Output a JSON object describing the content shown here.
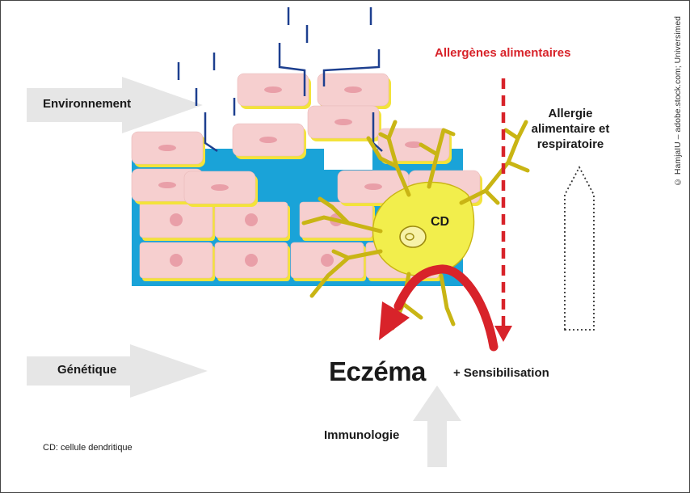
{
  "labels": {
    "environment": "Environnement",
    "genetics": "Génétique",
    "immunology": "Immunologie",
    "eczema": "Eczéma",
    "sensitization": "+ Sensibilisation",
    "food_allergens": "Allergènes alimentaires",
    "allergy": "Allergie alimentaire et respiratoire",
    "dendritic_cell": "CD",
    "legend": "CD: cellule dendritique",
    "credit": "© HamjaIU – adobe.stock.com; Universimed"
  },
  "colors": {
    "arrow_grey": "#e6e6e6",
    "skin_cell": "#f6cfcf",
    "nucleus": "#e99fa8",
    "cell_border": "#f3e33a",
    "dermis_blue": "#1aa3d8",
    "dendritic_cell": "#f2ee4c",
    "accent_red": "#d8232a",
    "gap_blue": "#1d3f8f"
  }
}
